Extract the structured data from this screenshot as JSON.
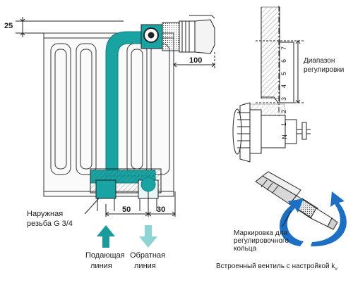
{
  "dimensions": {
    "top_offset": "25",
    "side_distance": "100",
    "pipe_spacing": "50",
    "end_distance": "30"
  },
  "labels": {
    "external_thread": [
      "Наружная",
      "резьба G 3/4"
    ],
    "supply_line": [
      "Подающая",
      "линия"
    ],
    "return_line": [
      "Обратная",
      "линия"
    ],
    "adjustment_range": [
      "Диапазон",
      "регулировки"
    ],
    "ring_marking": [
      "Маркировка для",
      "регулировочного",
      "кольца"
    ],
    "builtin_valve": "Встроенный вентиль с настройкой k",
    "builtin_valve_sub": "v"
  },
  "scale": {
    "marks": [
      "N",
      "1",
      "2",
      "3",
      "4",
      "5",
      "6",
      "7"
    ]
  },
  "colors": {
    "pipe": "#1aa3a3",
    "pipe_dark": "#0f7f80",
    "supply_arrow": "#1a9a9a",
    "return_arrow": "#8fd4d4",
    "rotation_arrow": "#1d6fc4",
    "line": "#222222"
  },
  "icons": {
    "supply": "arrow-up-icon",
    "return": "arrow-down-icon",
    "rotation": "rotation-arrow-icon"
  }
}
